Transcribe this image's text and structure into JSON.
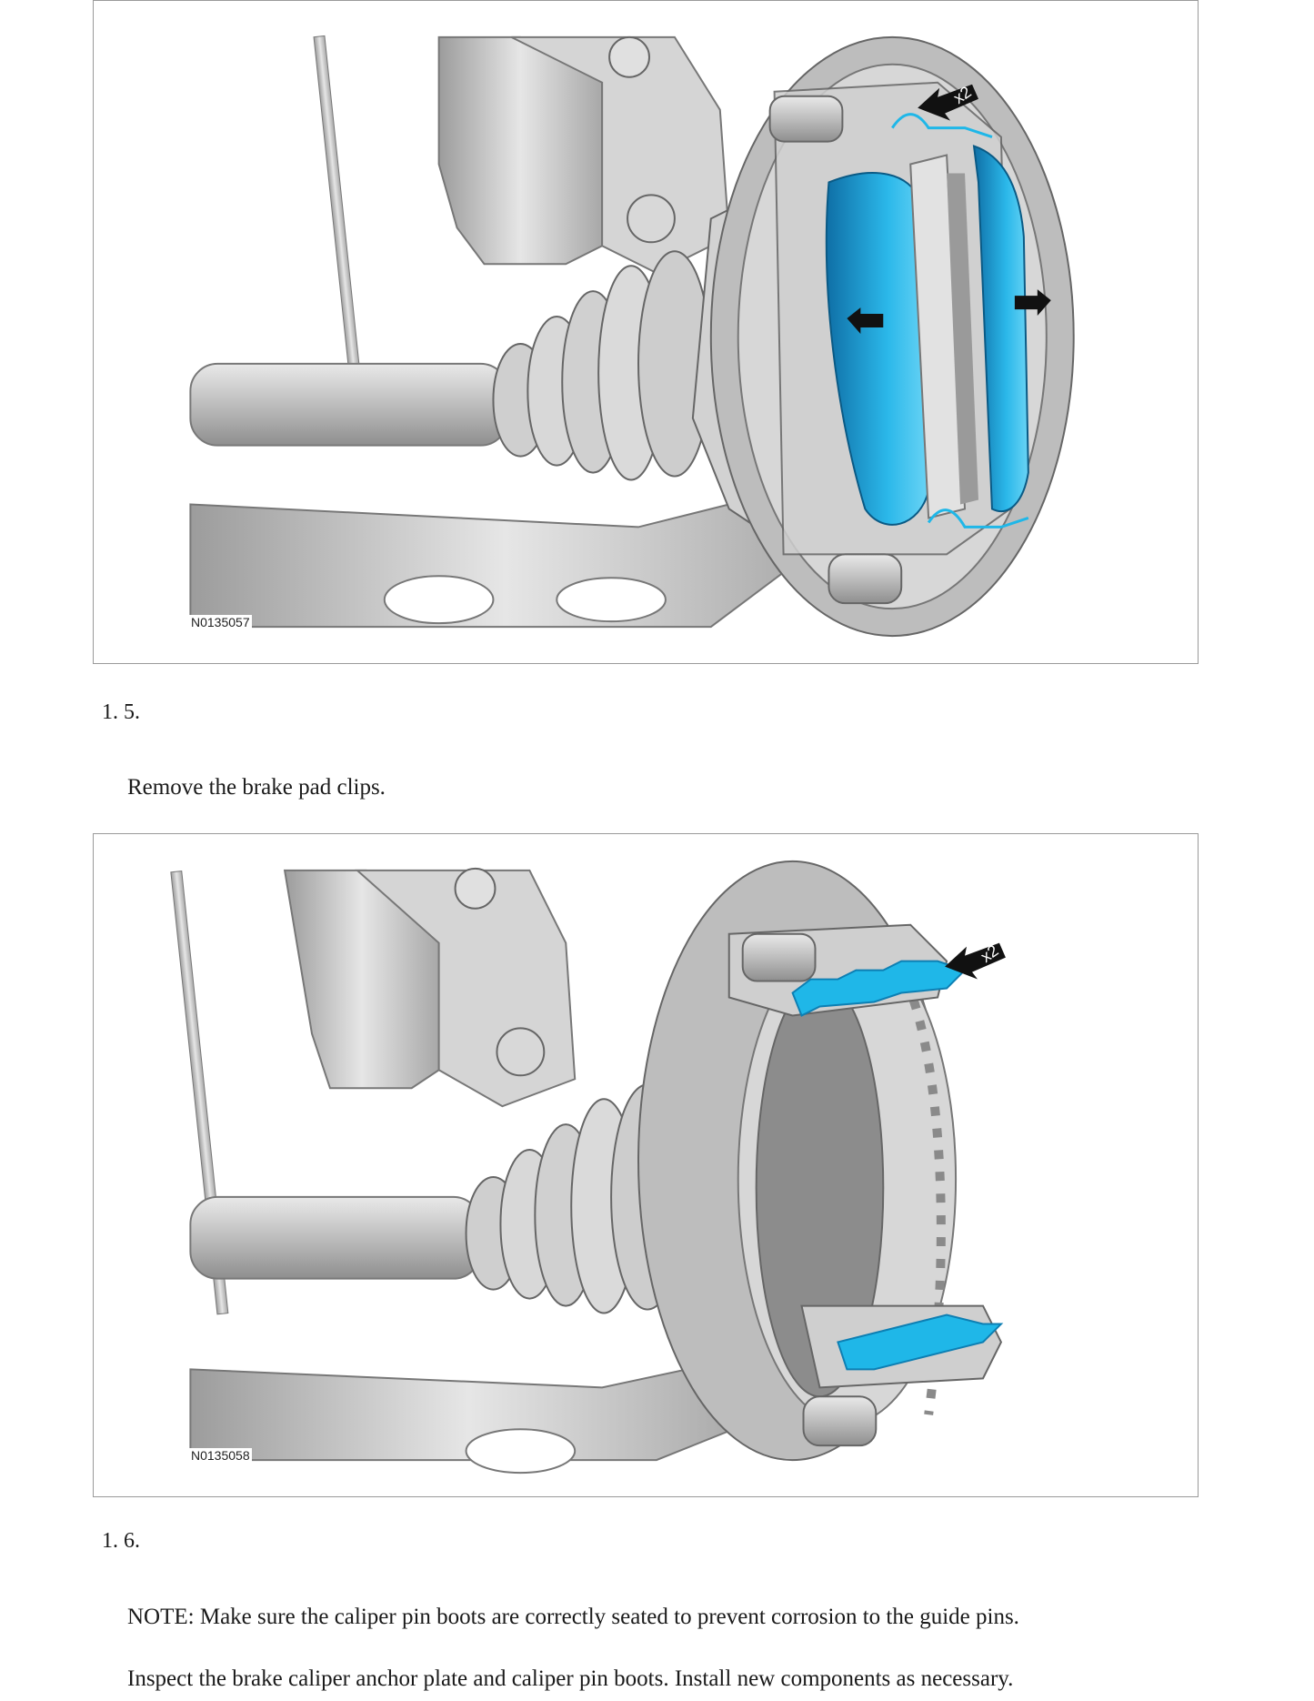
{
  "figures": [
    {
      "id": "N0135057",
      "callout": "x2"
    },
    {
      "id": "N0135058",
      "callout": "x2"
    }
  ],
  "steps": [
    {
      "number": "1. 5.",
      "paragraphs": [
        "Remove the brake pad clips."
      ]
    },
    {
      "number": "1. 6.",
      "paragraphs": [
        "NOTE: Make sure the caliper pin boots are correctly seated to prevent corrosion to the guide pins.",
        "Inspect the brake caliper anchor plate and caliper pin boots. Install new components as necessary."
      ]
    }
  ],
  "colors": {
    "highlight": "#1fb7e8",
    "highlight_dark": "#0d7fb3",
    "metal": "#c8c8c8",
    "metal_dark": "#8c8c8c",
    "border": "#9a9a9a"
  }
}
